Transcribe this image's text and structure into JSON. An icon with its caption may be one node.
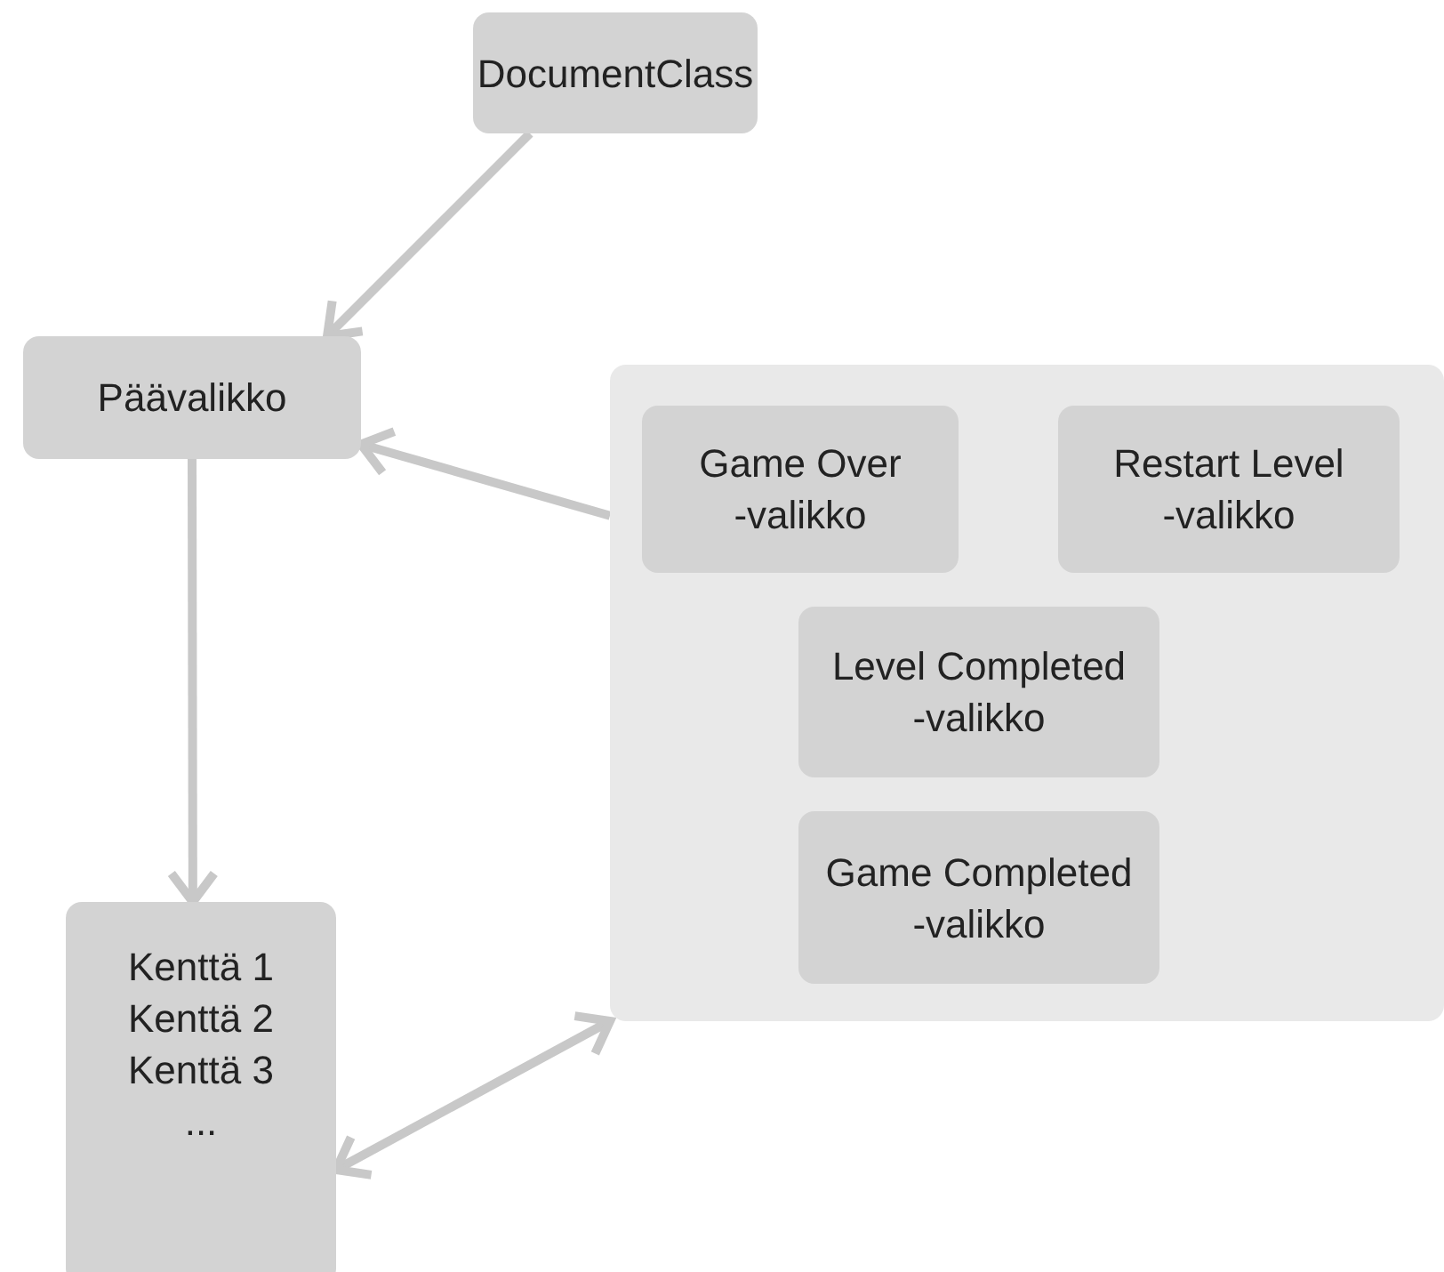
{
  "diagram": {
    "nodes": [
      {
        "text": [
          "DocumentClass"
        ]
      },
      {
        "text": [
          "Päävalikko"
        ]
      },
      {
        "text": [],
        "shape": "box"
      },
      {
        "text": [
          "Game Over -valikko"
        ],
        "in": 2
      },
      {
        "text": [
          "Restart Level -valikko"
        ],
        "in": 2
      },
      {
        "text": [
          "Level Completed -valikko"
        ],
        "in": 2
      },
      {
        "text": [
          "Game Completed -valikko"
        ],
        "in": 2
      },
      {
        "text": [
          "Kenttä 1",
          "Kenttä 2",
          "Kenttä 3",
          "..."
        ]
      }
    ],
    "edges": [
      {
        "from": 0,
        "to": 1,
        "arrow": "to"
      },
      {
        "from": 2,
        "to": 1,
        "arrow": "to"
      },
      {
        "from": 1,
        "to": 7,
        "arrow": "to"
      },
      {
        "from": 7,
        "to": 2,
        "arrow": "both"
      }
    ]
  }
}
